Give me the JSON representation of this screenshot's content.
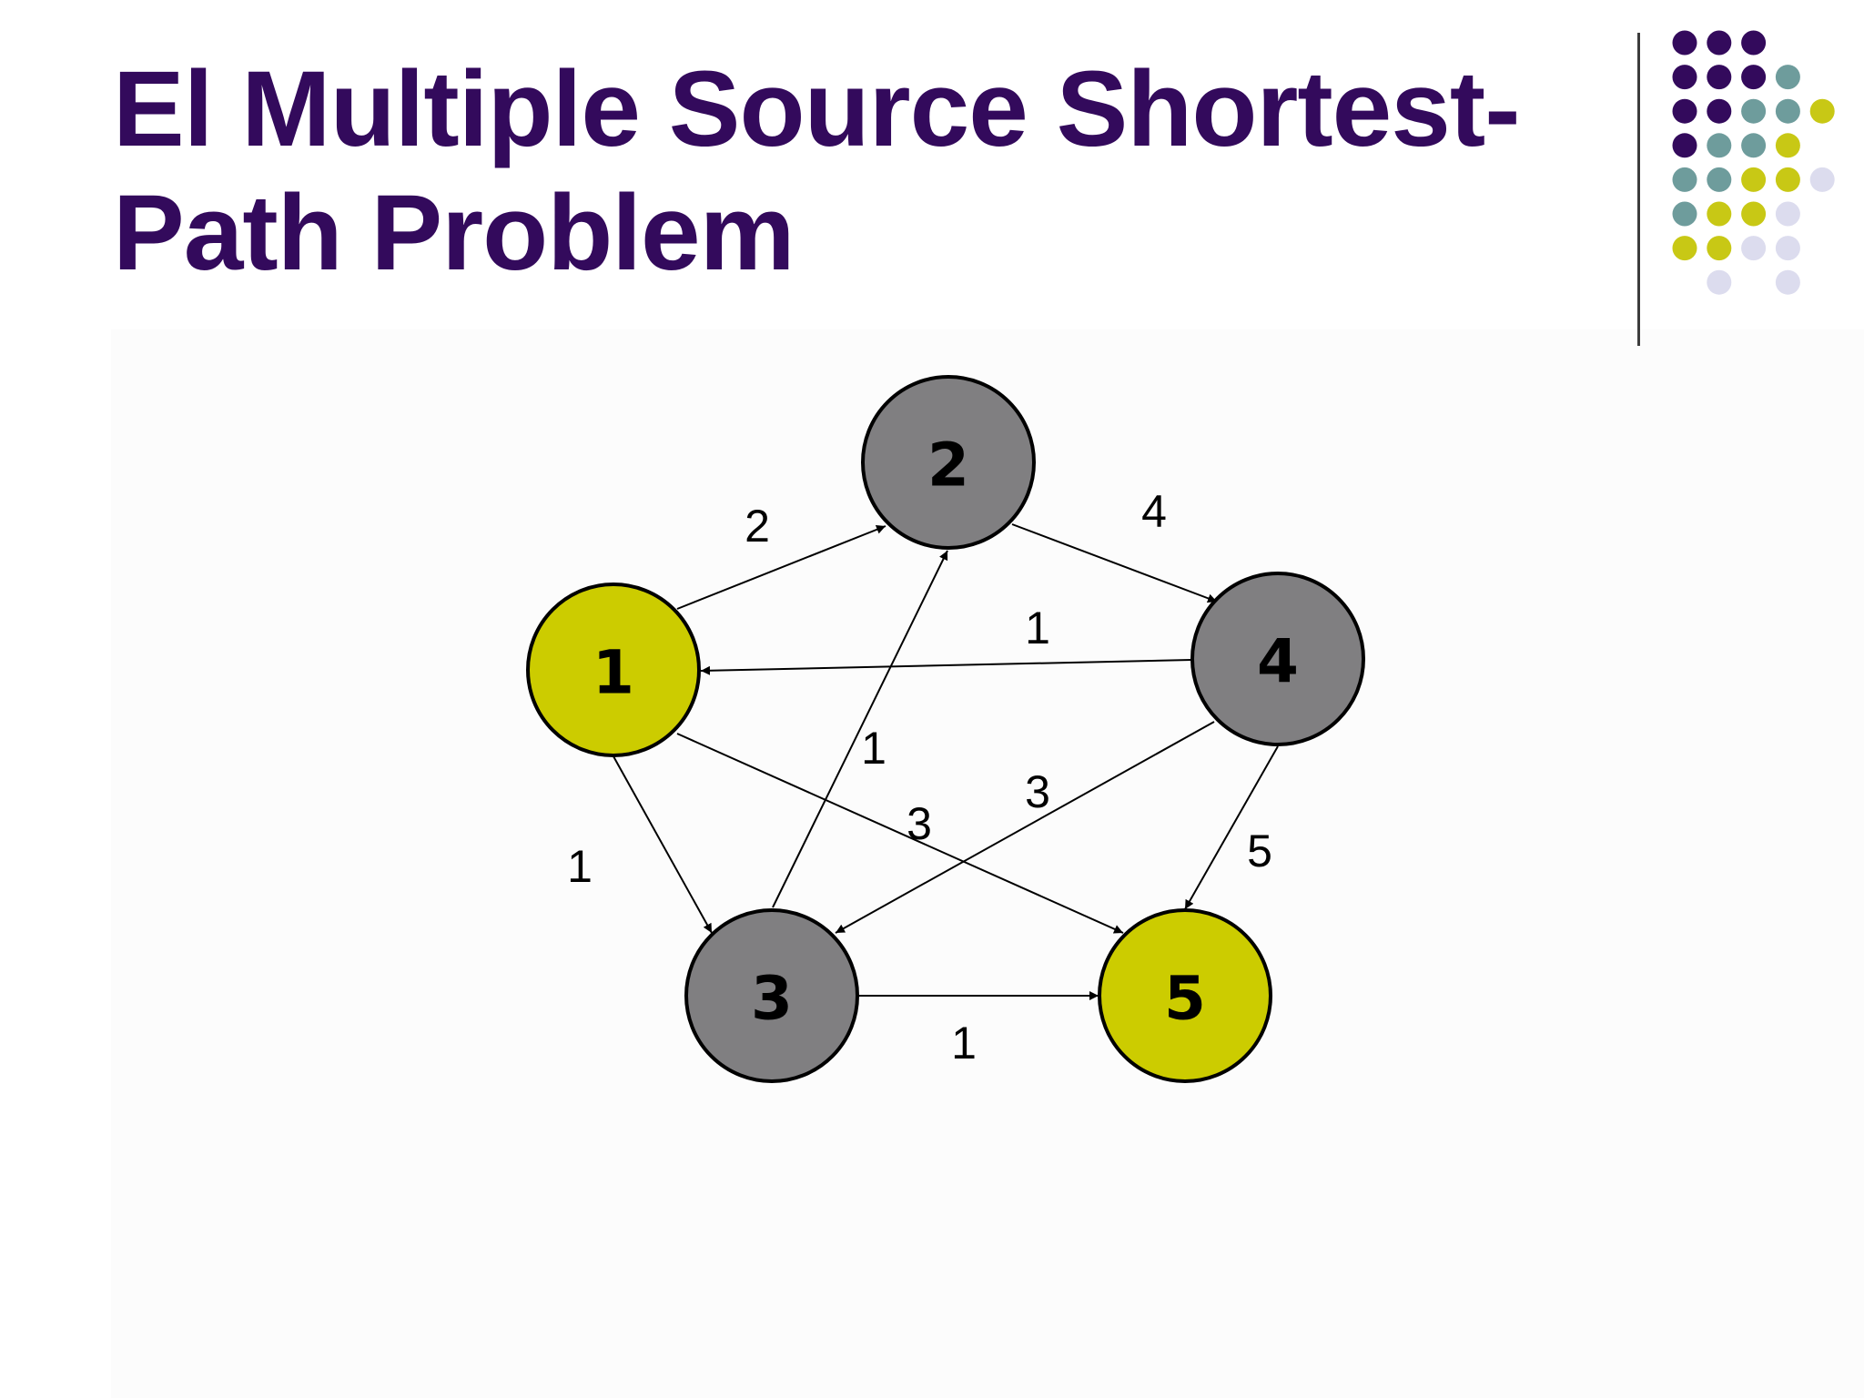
{
  "slide": {
    "title_line1": "El Multiple Source Shortest-",
    "title_line2": "Path Problem"
  },
  "colors": {
    "title": "#330a5c",
    "source_node": "#cccc00",
    "other_node": "#807f81",
    "dot_purple": "#330a5c",
    "dot_teal": "#6e9c9c",
    "dot_yellow": "#c8c815",
    "dot_lavender": "#dcdcee"
  },
  "graph": {
    "nodes": [
      {
        "id": "1",
        "label": "1",
        "role": "source"
      },
      {
        "id": "2",
        "label": "2",
        "role": "other"
      },
      {
        "id": "3",
        "label": "3",
        "role": "other"
      },
      {
        "id": "4",
        "label": "4",
        "role": "other"
      },
      {
        "id": "5",
        "label": "5",
        "role": "source"
      }
    ],
    "edges": [
      {
        "from": "1",
        "to": "2",
        "weight": "2"
      },
      {
        "from": "2",
        "to": "4",
        "weight": "4"
      },
      {
        "from": "4",
        "to": "1",
        "weight": "1"
      },
      {
        "from": "3",
        "to": "2",
        "weight": "1"
      },
      {
        "from": "1",
        "to": "5",
        "weight": "3"
      },
      {
        "from": "4",
        "to": "3",
        "weight": "3"
      },
      {
        "from": "1",
        "to": "3",
        "weight": "1"
      },
      {
        "from": "4",
        "to": "5",
        "weight": "5"
      },
      {
        "from": "3",
        "to": "5",
        "weight": "1"
      }
    ]
  },
  "decoration": {
    "dot_grid": [
      [
        "purple",
        "purple",
        "purple",
        "",
        "",
        ""
      ],
      [
        "purple",
        "purple",
        "purple",
        "teal",
        "",
        ""
      ],
      [
        "purple",
        "purple",
        "teal",
        "teal",
        "yellow",
        ""
      ],
      [
        "purple",
        "teal",
        "teal",
        "yellow",
        "",
        ""
      ],
      [
        "teal",
        "teal",
        "yellow",
        "yellow",
        "lavender",
        ""
      ],
      [
        "teal",
        "yellow",
        "yellow",
        "lavender",
        "",
        ""
      ],
      [
        "yellow",
        "yellow",
        "lavender",
        "lavender",
        "",
        ""
      ],
      [
        "",
        "lavender",
        "",
        "lavender",
        "",
        ""
      ]
    ]
  }
}
